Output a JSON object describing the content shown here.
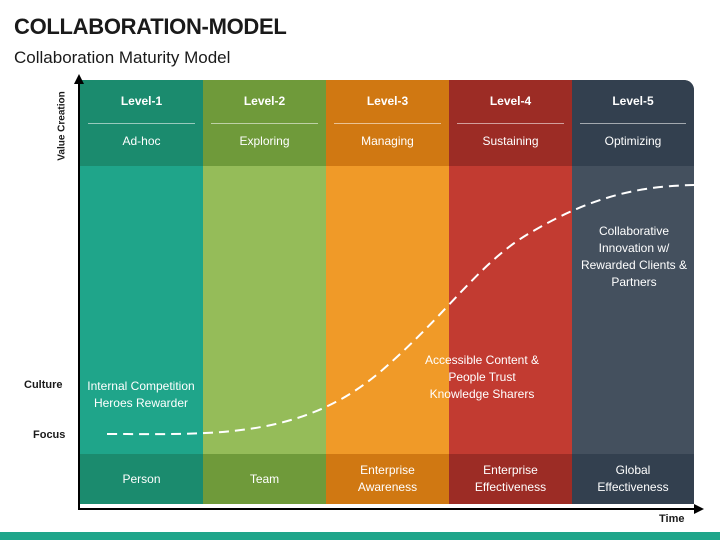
{
  "title": "COLLABORATION-MODEL",
  "subtitle": "Collaboration Maturity Model",
  "axes": {
    "y_label": "Value Creation",
    "x_label": "Time"
  },
  "row_labels": {
    "culture": "Culture",
    "focus": "Focus"
  },
  "levels": [
    {
      "level": "Level-1",
      "name": "Ad-hoc",
      "focus": "Person",
      "header_color": "#1b8b6e",
      "body_color": "#1fa58a"
    },
    {
      "level": "Level-2",
      "name": "Exploring",
      "focus": "Team",
      "header_color": "#6f9a3a",
      "body_color": "#95bc59"
    },
    {
      "level": "Level-3",
      "name": "Managing",
      "focus": "Enterprise Awareness",
      "header_color": "#d07812",
      "body_color": "#f09a28"
    },
    {
      "level": "Level-4",
      "name": "Sustaining",
      "focus": "Enterprise Effectiveness",
      "header_color": "#9c2c25",
      "body_color": "#c23b31"
    },
    {
      "level": "Level-5",
      "name": "Optimizing",
      "focus": "Global Effectiveness",
      "header_color": "#33404f",
      "body_color": "#44505e"
    }
  ],
  "cultures": [
    {
      "id": "internal",
      "text": "Internal Competition Heroes Rewarder"
    },
    {
      "id": "accessible",
      "text": "Accessible Content & People Trust Knowledge Sharers"
    },
    {
      "id": "collaborative",
      "text": "Collaborative Innovation w/ Rewarded Clients & Partners"
    }
  ],
  "colors": {
    "accent": "#1fa58a",
    "curve": "#ffffff",
    "axis": "#000000"
  }
}
